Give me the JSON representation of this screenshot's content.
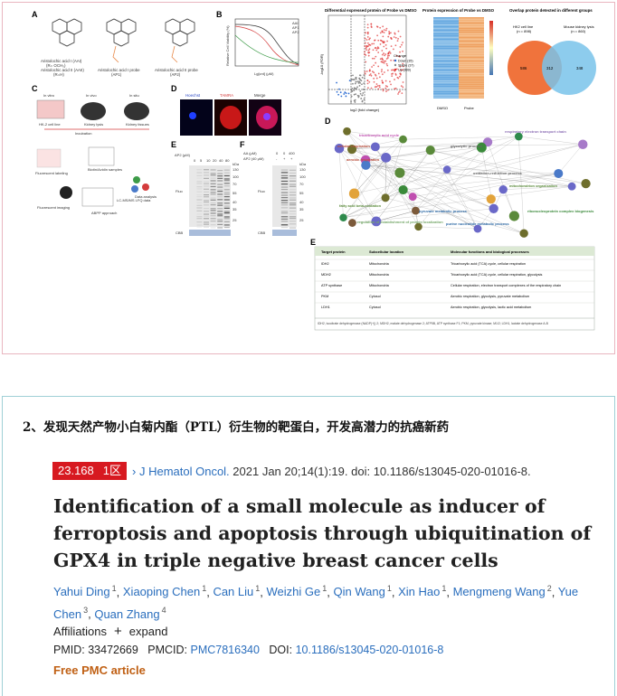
{
  "figure": {
    "panel_labels": [
      "A",
      "B",
      "C",
      "D",
      "E",
      "F"
    ],
    "chem_captions": [
      [
        "Aristolochic acid I (AAI)",
        "(R= OCH₃)",
        "Aristolochic acid II (AAII)",
        "(R=H)"
      ],
      [
        "Aristolochic acid I probe",
        "(AP1)"
      ],
      [
        "Aristolochic acid II probe",
        "(AP2)"
      ]
    ],
    "b_legend": [
      "AAI",
      "AP1",
      "AP2"
    ],
    "b_ylabel": "Relative Cell Viability (%)",
    "b_xlabel": "Lg[cnt] (μM)",
    "c_labels": [
      "In vitro",
      "In vivo",
      "In situ",
      "HK-2 cell line",
      "Kidney lysis",
      "Kidney tissues",
      "Incubation",
      "Fluorescent labeling",
      "Fluorescent imaging",
      "Biotin/Avidin samples",
      "LC-MS/MS LFQ data",
      "Data analysis",
      "ABPP approach"
    ],
    "d_headers": [
      "Hoechst",
      "TAMRA",
      "Merge"
    ],
    "e_labels": {
      "ap2": "AP2 (μM)",
      "conc": [
        "0",
        "5",
        "10",
        "20",
        "40",
        "80"
      ],
      "kda": [
        "kDa",
        "130",
        "100",
        "70",
        "55",
        "40",
        "35",
        "25"
      ],
      "fluo": "Fluo",
      "cbb": "CBB"
    },
    "f_labels": {
      "aa": "AA (μM)",
      "ap2": "AP2 (40 μM)",
      "conc": [
        "0",
        "0",
        "400"
      ],
      "signs": [
        "-",
        "+",
        "+"
      ],
      "kda": [
        "kDa",
        "130",
        "100",
        "70",
        "55",
        "40",
        "35",
        "25"
      ],
      "fluo": "Fluo",
      "cbb": "CBB"
    },
    "volcano": {
      "title": "Differential expressed protein of Probe vs DMSO",
      "xlabel": "log2 (fold change)",
      "ylabel": "-log10 (FDR)",
      "legend_title": "Change",
      "legend": [
        "Down (35)",
        "Stable (37)",
        "Up (999)"
      ]
    },
    "heatmap": {
      "title": "Protein expression of Probe vs DMSO",
      "cols": [
        "DMSO",
        "Probe"
      ]
    },
    "venn": {
      "title": "Overlap protein detected in different groups",
      "left_label": [
        "HK2 cell line",
        "(n = 898)"
      ],
      "right_label": [
        "Mouse kidney lysis",
        "(n = 860)"
      ],
      "values": [
        "586",
        "312",
        "348"
      ]
    },
    "network_terms": [
      "tricarboxylic acid cycle",
      "cellular respiration",
      "aerobic respiration",
      "respiratory electron transport chain",
      "glycolytic process",
      "fatty acid beta-oxidation",
      "pyruvate metabolic process",
      "mitochondrion organization",
      "regulation of establishment of protein localization",
      "purine nucleotide metabolic process",
      "ribonucleoprotein complex biogenesis",
      "oxidation-reduction process"
    ],
    "table": {
      "headers": [
        "Target protein",
        "Subcellular location",
        "Molecular functions and biological processes"
      ],
      "rows": [
        [
          "IDH2",
          "Mitochondria",
          "Tricarboxylic acid (TCA) cycle, cellular respiration"
        ],
        [
          "MDH2",
          "Mitochondria",
          "Tricarboxylic acid (TCA) cycle, cellular respiration, glycolysis"
        ],
        [
          "ATP synthase",
          "Mitochondria",
          "Cellular respiration, electron transport complexes of the respiratory chain"
        ],
        [
          "PKM",
          "Cytosol",
          "Aerobic respiration, glycolysis, pyruvate metabolism"
        ],
        [
          "LDH1",
          "Cytosol",
          "Aerobic respiration, glycolysis, lactic acid metabolism"
        ]
      ],
      "footnote": "IDH2, isocitrate dehydrogenase (NADP(+)) 2; MDH2, malate dehydrogenase 2; ATP5B, ATP synthase F1; PKM, pyruvate kinase; M1/2; LDH1, lactate dehydrogenase A-B"
    }
  },
  "article": {
    "heading": "2、发现天然产物小白菊内酯（PTL）衍生物的靶蛋白，开发高潜力的抗癌新药",
    "badge_if": "23.168",
    "badge_zone": "1区",
    "journal_name": "J Hematol Oncol.",
    "citation": "2021 Jan 20;14(1):19. doi: 10.1186/s13045-020-01016-8.",
    "title": "Identification of a small molecule as inducer of ferroptosis and apoptosis through ubiquitination of GPX4 in triple negative breast cancer cells",
    "authors": [
      {
        "name": "Yahui Ding",
        "sup": "1"
      },
      {
        "name": "Xiaoping Chen",
        "sup": "1"
      },
      {
        "name": "Can Liu",
        "sup": "1"
      },
      {
        "name": "Weizhi Ge",
        "sup": "1"
      },
      {
        "name": "Qin Wang",
        "sup": "1"
      },
      {
        "name": "Xin Hao",
        "sup": "1"
      },
      {
        "name": "Mengmeng Wang",
        "sup": "2"
      },
      {
        "name": "Yue Chen",
        "sup": "3"
      },
      {
        "name": "Quan Zhang",
        "sup": "4"
      }
    ],
    "affiliations_label": "Affiliations",
    "expand_label": "expand",
    "pmid_label": "PMID:",
    "pmid": "33472669",
    "pmcid_label": "PMCID:",
    "pmcid": "PMC7816340",
    "doi_label": "DOI:",
    "doi": "10.1186/s13045-020-01016-8",
    "free_label": "Free PMC article"
  }
}
